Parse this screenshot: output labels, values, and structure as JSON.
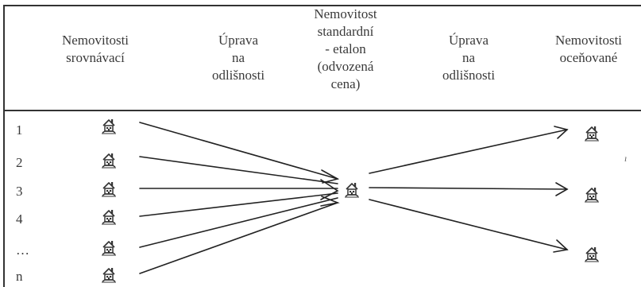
{
  "headers": {
    "comparable": [
      "Nemovitosti",
      "srovnávací"
    ],
    "adjustment_left": [
      "Úprava",
      "na",
      "odlišnosti"
    ],
    "standard": [
      "Nemovitost",
      "standardní",
      "- etalon",
      "(odvozená",
      "cena)"
    ],
    "adjustment_right": [
      "Úprava",
      "na",
      "odlišnosti"
    ],
    "valued": [
      "Nemovitosti",
      "oceňované"
    ]
  },
  "rows": [
    "1",
    "2",
    "3",
    "4",
    "…",
    "n"
  ],
  "stray_mark": "ı",
  "icons": {
    "comparable": "house-icon",
    "standard": "house-icon",
    "valued": "house-icon"
  }
}
